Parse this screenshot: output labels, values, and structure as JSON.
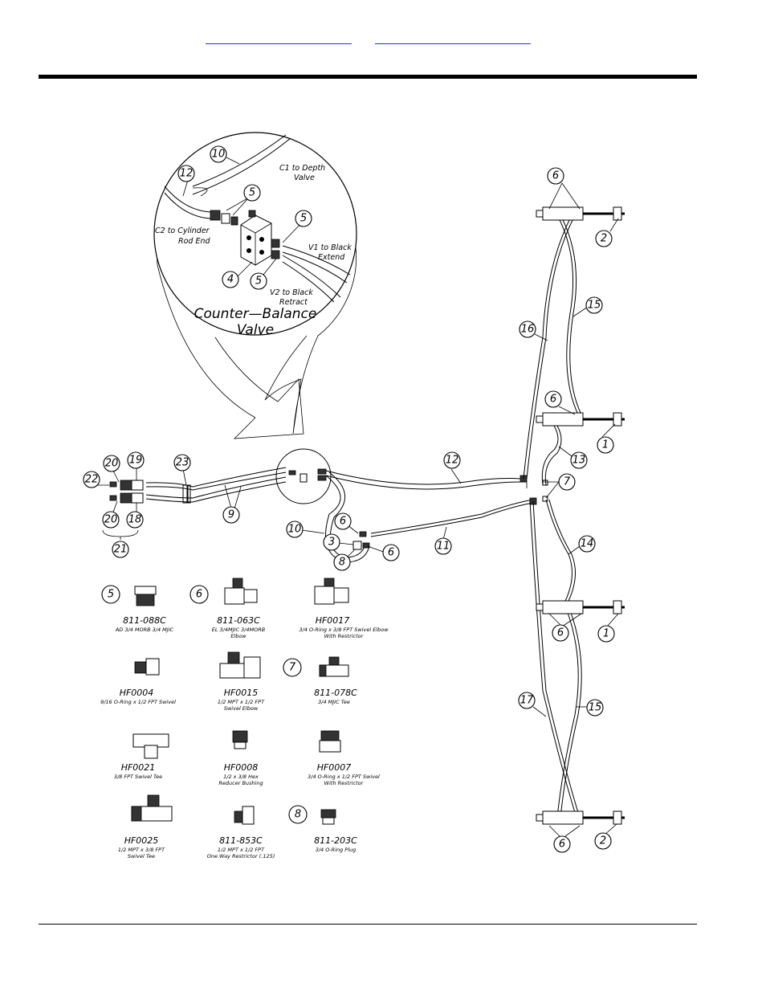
{
  "header": {
    "links": [
      {
        "label": ""
      },
      {
        "label": ""
      }
    ]
  },
  "detail": {
    "title_line1": "Counter—Balance",
    "title_line2": "Valve",
    "notes": [
      {
        "line1": "C1  to  Depth",
        "line2": "Valve"
      },
      {
        "line1": "C2  to  Cylinder",
        "line2": "Rod  End"
      },
      {
        "line1": "V1  to  Black",
        "line2": "Extend"
      },
      {
        "line1": "V2  to  Black",
        "line2": "Retract"
      }
    ]
  },
  "callouts": {
    "c10a": "10",
    "c12a": "12",
    "c5a": "5",
    "c5b": "5",
    "c4": "4",
    "c5c": "5",
    "c6a": "6",
    "c2a": "2",
    "c15a": "15",
    "c16": "16",
    "c6b": "6",
    "c1a": "1",
    "c13": "13",
    "c7a": "7",
    "c12b": "12",
    "c20a": "20",
    "c19": "19",
    "c23": "23",
    "c22": "22",
    "c20b": "20",
    "c18": "18",
    "c21": "21",
    "c9": "9",
    "c6c": "6",
    "c10b": "10",
    "c3": "3",
    "c6d": "6",
    "c8a": "8",
    "c11": "11",
    "c14": "14",
    "c6e": "6",
    "c1b": "1",
    "c17": "17",
    "c15b": "15",
    "c6f": "6",
    "c2b": "2",
    "c5d": "5",
    "c6g": "6",
    "c7b": "7",
    "c8b": "8"
  },
  "parts": [
    {
      "number": "811-088C",
      "desc1": "AD 3/4 MORB 3/4 MJIC",
      "desc2": ""
    },
    {
      "number": "811-063C",
      "desc1": "EL 3/4MJIC 3/4MORB",
      "desc2": "Elbow"
    },
    {
      "number": "HF0017",
      "desc1": "3/4 O-Ring x 3/8 FPT Swivel Elbow",
      "desc2": "With Restrictor"
    },
    {
      "number": "HF0004",
      "desc1": "9/16 O-Ring x 1/2 FPT Swivel",
      "desc2": ""
    },
    {
      "number": "HF0015",
      "desc1": "1/2 MPT x 1/2 FPT",
      "desc2": "Swivel Elbow"
    },
    {
      "number": "811-078C",
      "desc1": "3/4 MJIC Tee",
      "desc2": ""
    },
    {
      "number": "HF0021",
      "desc1": "3/8 FPT Swivel Tee",
      "desc2": ""
    },
    {
      "number": "HF0008",
      "desc1": "1/2   x 3/8 Hex",
      "desc2": "Reducer Bushing"
    },
    {
      "number": "HF0007",
      "desc1": "3/4 O-Ring x 1/2 FPT Swivel",
      "desc2": "With Restrictor"
    },
    {
      "number": "HF0025",
      "desc1": "1/2 MPT x 3/8 FPT",
      "desc2": "Swivel Tee"
    },
    {
      "number": "811-853C",
      "desc1": "1/2 MPT x 1/2 FPT",
      "desc2": "One Way Restrictor (.125)"
    },
    {
      "number": "811-203C",
      "desc1": "3/4 O-Ring Plug",
      "desc2": ""
    }
  ]
}
